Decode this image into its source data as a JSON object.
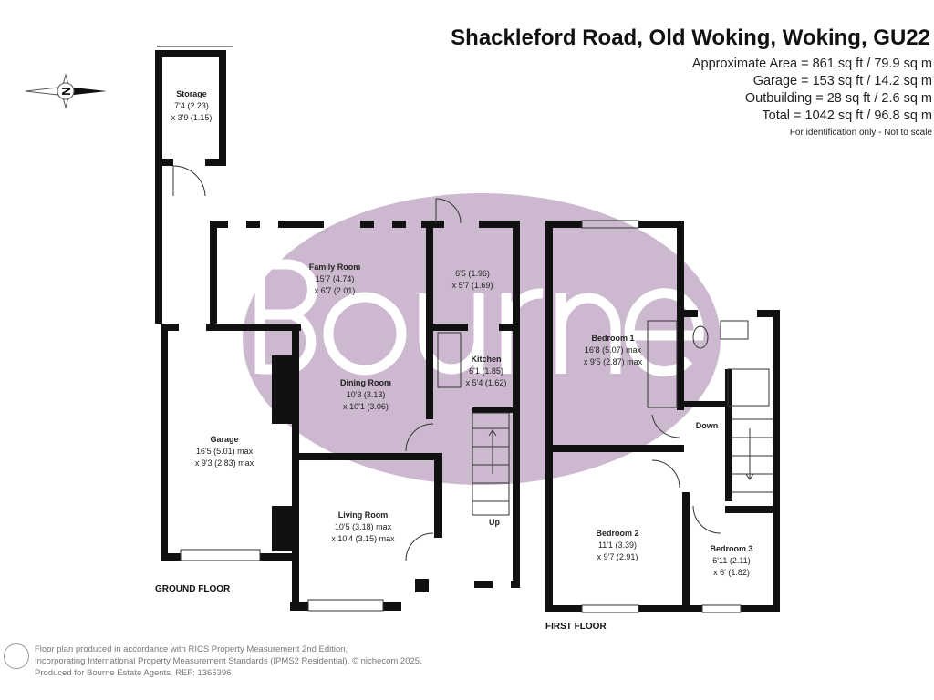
{
  "header": {
    "title": "Shackleford Road, Old Woking, Woking, GU22",
    "areas": [
      "Approximate Area = 861 sq ft / 79.9 sq m",
      "Garage = 153 sq ft / 14.2 sq m",
      "Outbuilding = 28 sq ft / 2.6 sq m",
      "Total = 1042 sq ft / 96.8 sq m"
    ],
    "note": "For identification only - Not to scale"
  },
  "compass": {
    "label": "N"
  },
  "watermark": {
    "text": "Bourne",
    "color": "#cdb9cf"
  },
  "ground_floor": {
    "label": "GROUND FLOOR",
    "rooms": [
      {
        "name": "Storage",
        "dim1": "7'4 (2.23)",
        "dim2": "x 3'9 (1.15)"
      },
      {
        "name": "Family Room",
        "dim1": "15'7 (4.74)",
        "dim2": "x 6'7 (2.01)"
      },
      {
        "name": "",
        "dim1": "6'5 (1.96)",
        "dim2": "x 5'7 (1.69)"
      },
      {
        "name": "Kitchen",
        "dim1": "6'1 (1.85)",
        "dim2": "x 5'4 (1.62)"
      },
      {
        "name": "Dining Room",
        "dim1": "10'3 (3.13)",
        "dim2": "x 10'1 (3.06)"
      },
      {
        "name": "Garage",
        "dim1": "16'5 (5.01) max",
        "dim2": "x 9'3 (2.83) max"
      },
      {
        "name": "Living Room",
        "dim1": "10'5 (3.18) max",
        "dim2": "x 10'4 (3.15) max"
      }
    ],
    "stairs_label": "Up"
  },
  "first_floor": {
    "label": "FIRST FLOOR",
    "rooms": [
      {
        "name": "Bedroom 1",
        "dim1": "16'8 (5.07) max",
        "dim2": "x 9'5 (2.87) max"
      },
      {
        "name": "Bedroom 2",
        "dim1": "11'1 (3.39)",
        "dim2": "x 9'7 (2.91)"
      },
      {
        "name": "Bedroom 3",
        "dim1": "6'11 (2.11)",
        "dim2": "x 6' (1.82)"
      }
    ],
    "stairs_label": "Down"
  },
  "footer": {
    "lines": [
      "Floor plan produced in accordance with RICS Property Measurement 2nd Edition,",
      "Incorporating International Property Measurement Standards (IPMS2 Residential).   © nichecom 2025.",
      "Produced for Bourne Estate Agents.   REF:  1365396"
    ]
  }
}
